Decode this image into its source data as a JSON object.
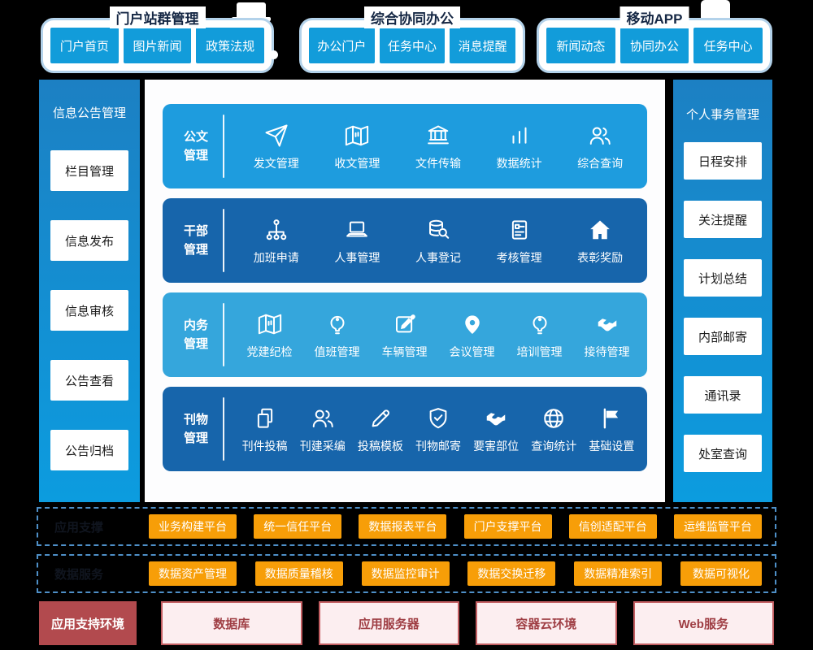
{
  "colors": {
    "background": "#000000",
    "button_blue": "#129cda",
    "box_border_blue": "#b3d2ea",
    "sidebar_gradient_top": "#1c80c3",
    "sidebar_gradient_bottom": "#0c9cdf",
    "module_row_light": "#1e9cde",
    "module_row_lighter": "#35a6dc",
    "module_row_dark": "#1765ab",
    "dashed_border": "#4e8fc7",
    "platform_orange": "#f79e08",
    "env_red": "#b24a4e",
    "env_pink_fill": "#fceef0",
    "env_pink_border": "#c25d61",
    "title_navy": "#152744"
  },
  "top_groups": [
    {
      "title": "门户站群管理",
      "items": [
        "门户首页",
        "图片新闻",
        "政策法规"
      ]
    },
    {
      "title": "综合协同办公",
      "items": [
        "办公门户",
        "任务中心",
        "消息提醒"
      ]
    },
    {
      "title": "移动APP",
      "items": [
        "新闻动态",
        "协同办公",
        "任务中心"
      ]
    }
  ],
  "left_sidebar": {
    "title": "信息公告管理",
    "items": [
      "栏目管理",
      "信息发布",
      "信息审核",
      "公告查看",
      "公告归档"
    ]
  },
  "right_sidebar": {
    "title": "个人事务管理",
    "items": [
      "日程安排",
      "关注提醒",
      "计划总结",
      "内部邮寄",
      "通讯录",
      "处室查询"
    ]
  },
  "module_rows": [
    {
      "title": "公文管理",
      "theme": "light",
      "items": [
        {
          "label": "发文管理",
          "icon": "paper-plane-icon"
        },
        {
          "label": "收文管理",
          "icon": "map-icon"
        },
        {
          "label": "文件传输",
          "icon": "bank-icon"
        },
        {
          "label": "数据统计",
          "icon": "bar-chart-icon"
        },
        {
          "label": "综合查询",
          "icon": "users-icon"
        }
      ]
    },
    {
      "title": "干部管理",
      "theme": "dark",
      "items": [
        {
          "label": "加班申请",
          "icon": "org-chart-icon"
        },
        {
          "label": "人事管理",
          "icon": "laptop-icon"
        },
        {
          "label": "人事登记",
          "icon": "database-search-icon"
        },
        {
          "label": "考核管理",
          "icon": "document-icon"
        },
        {
          "label": "表彰奖励",
          "icon": "home-icon"
        }
      ]
    },
    {
      "title": "内务管理",
      "theme": "lighter",
      "items": [
        {
          "label": "党建纪检",
          "icon": "map-icon"
        },
        {
          "label": "值班管理",
          "icon": "bulb-icon"
        },
        {
          "label": "车辆管理",
          "icon": "edit-square-icon"
        },
        {
          "label": "会议管理",
          "icon": "pin-icon"
        },
        {
          "label": "培训管理",
          "icon": "bulb-icon"
        },
        {
          "label": "接待管理",
          "icon": "handshake-icon"
        }
      ]
    },
    {
      "title": "刊物管理",
      "theme": "dark",
      "items": [
        {
          "label": "刊件投稿",
          "icon": "copy-icon"
        },
        {
          "label": "刊建采编",
          "icon": "users-icon"
        },
        {
          "label": "投稿模板",
          "icon": "pencil-icon"
        },
        {
          "label": "刊物邮寄",
          "icon": "shield-check-icon"
        },
        {
          "label": "要害部位",
          "icon": "handshake-icon"
        },
        {
          "label": "查询统计",
          "icon": "globe-icon"
        },
        {
          "label": "基础设置",
          "icon": "flag-icon"
        }
      ]
    }
  ],
  "platform_rows": [
    {
      "label": "应用支撑",
      "items": [
        "业务构建平台",
        "统一信任平台",
        "数据报表平台",
        "门户支撑平台",
        "信创适配平台",
        "运维监管平台"
      ]
    },
    {
      "label": "数据服务",
      "items": [
        "数据资产管理",
        "数据质量稽核",
        "数据监控审计",
        "数据交换迁移",
        "数据精准索引",
        "数据可视化"
      ]
    }
  ],
  "environment": {
    "label": "应用支持环境",
    "items": [
      "数据库",
      "应用服务器",
      "容器云环境",
      "Web服务"
    ]
  }
}
